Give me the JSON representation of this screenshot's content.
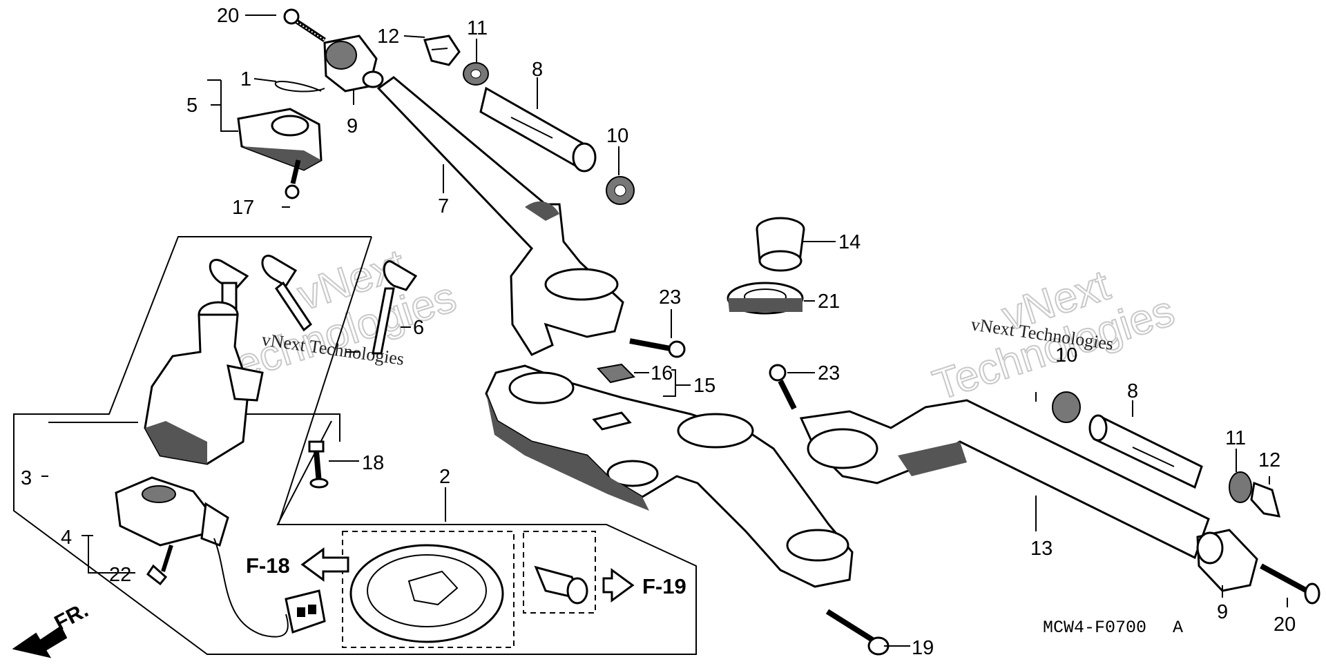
{
  "diagram": {
    "callouts": [
      "20",
      "12",
      "11",
      "8",
      "1",
      "5",
      "9",
      "10",
      "7",
      "17",
      "14",
      "21",
      "23",
      "6",
      "16",
      "15",
      "3",
      "18",
      "2",
      "4",
      "22",
      "13",
      "19"
    ],
    "labels": {
      "n1": "1",
      "n2": "2",
      "n3": "3",
      "n4": "4",
      "n5": "5",
      "n6": "6",
      "n7": "7",
      "n8": "8",
      "n9": "9",
      "n10": "10",
      "n11": "11",
      "n12": "12",
      "n13": "13",
      "n14": "14",
      "n15": "15",
      "n16": "16",
      "n17": "17",
      "n18": "18",
      "n19": "19",
      "n20": "20",
      "n21": "21",
      "n22": "22",
      "n23": "23"
    },
    "refs": {
      "f18": "F-18",
      "f19": "F-19",
      "fr": "FR."
    },
    "code": "MCW4-F0700",
    "code_suffix": "A"
  },
  "watermark": {
    "line": "vNext Technologies",
    "big1": "vNext",
    "big2": "Technologies"
  }
}
